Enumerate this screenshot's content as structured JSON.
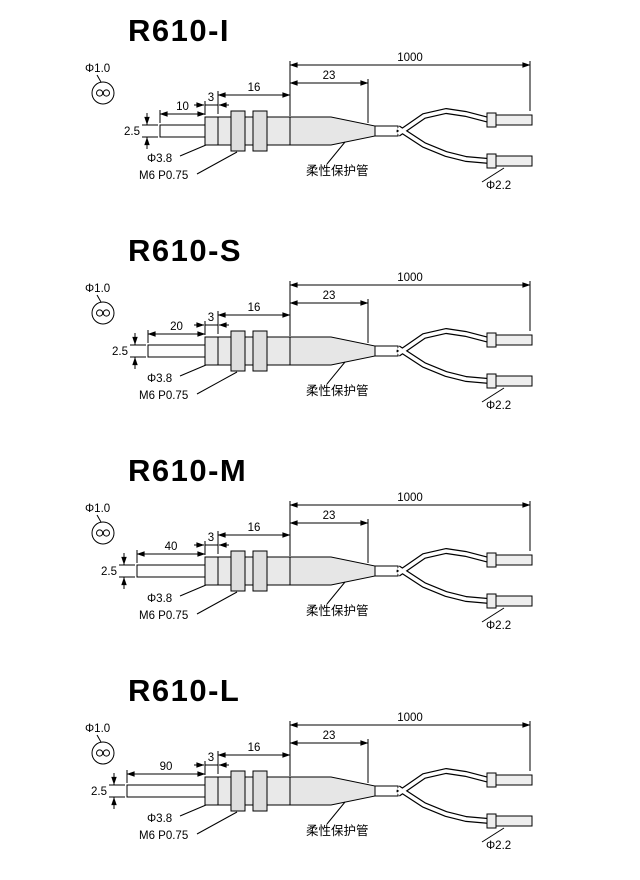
{
  "page": {
    "background": "#ffffff",
    "line_color": "#000000",
    "body_fill": "#e9e9e9",
    "nut_fill": "#dedede",
    "tube_fill": "#e6e6e6",
    "ferrule_fill": "#eeeeee"
  },
  "dimensions": {
    "overall_length": "1000",
    "tube_section": "23",
    "thread_length": "16",
    "collar": "3",
    "tip_diameter": "2.5",
    "fiber_core": "Φ1.0",
    "body_diameter": "Φ3.8",
    "thread_spec": "M6 P0.75",
    "cable_diameter": "Φ2.2"
  },
  "labels": {
    "tube": "柔性保护管"
  },
  "variants": [
    {
      "model": "R610-I",
      "tip_length": "10"
    },
    {
      "model": "R610-S",
      "tip_length": "20"
    },
    {
      "model": "R610-M",
      "tip_length": "40"
    },
    {
      "model": "R610-L",
      "tip_length": "90"
    }
  ]
}
